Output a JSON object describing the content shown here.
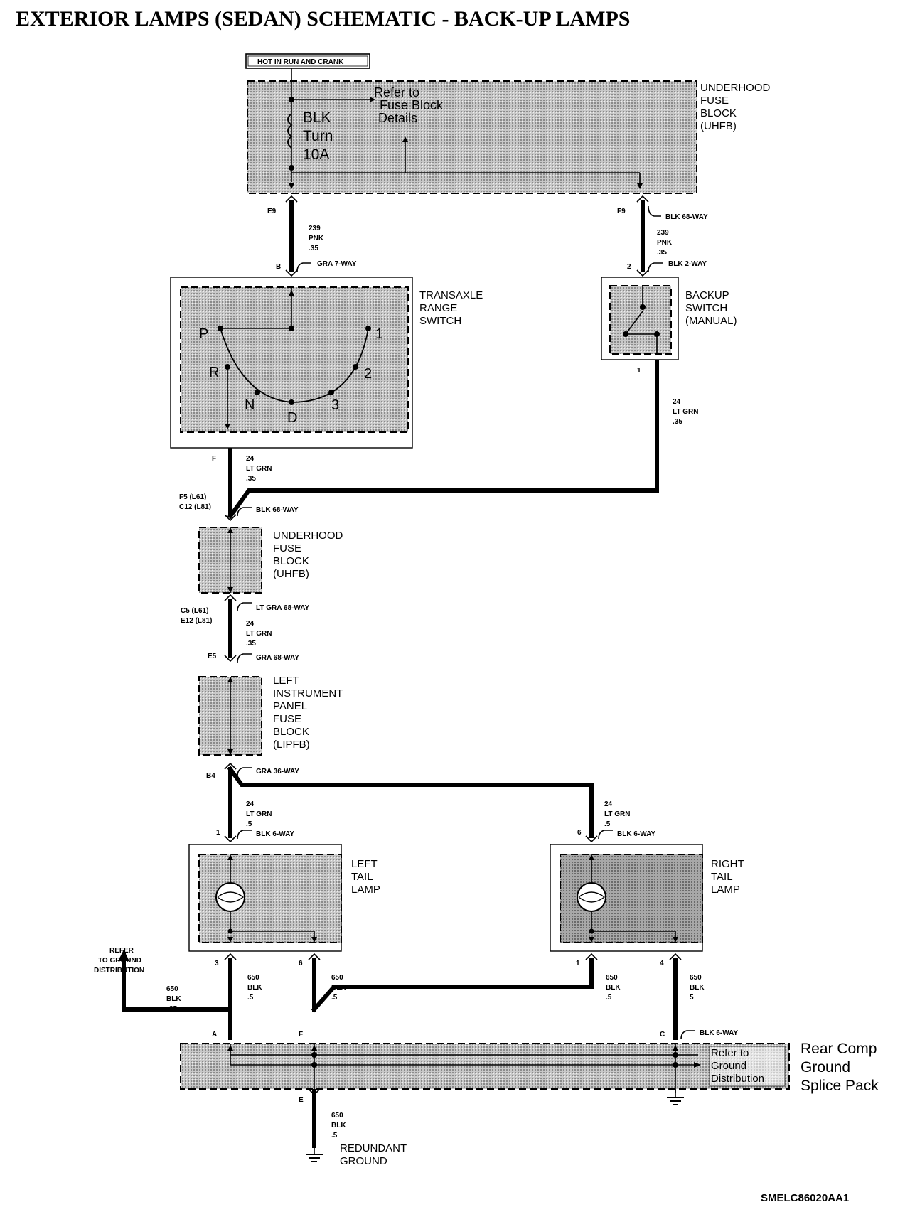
{
  "title": "EXTERIOR LAMPS (SEDAN) SCHEMATIC - BACK-UP LAMPS",
  "hot_label": "HOT IN RUN AND CRANK",
  "uhfb_top": {
    "line1": "UNDERHOOD",
    "line2": "FUSE",
    "line3": "BLOCK",
    "line4": "(UHFB)"
  },
  "fuse": {
    "line1": "BLK",
    "line2": "Turn",
    "line3": "10A"
  },
  "refer_fuse_block": {
    "line1": "Refer to",
    "line2": "Fuse Block",
    "line3": "Details"
  },
  "connectors": {
    "e9": "E9",
    "f9": "F9",
    "blk68_top": "BLK 68-WAY",
    "b": "B",
    "gra7": "GRA 7-WAY",
    "pin2": "2",
    "blk2": "BLK 2-WAY",
    "pin1": "1",
    "f": "F",
    "f5": "F5 (L61)",
    "c12": "C12 (L81)",
    "blk68_mid": "BLK 68-WAY",
    "c5": "C5 (L61)",
    "e12": "E12 (L81)",
    "ltgra68": "LT GRA 68-WAY",
    "e5": "E5",
    "gra68": "GRA 68-WAY",
    "b4": "B4",
    "gra36": "GRA 36-WAY",
    "l_pin1": "1",
    "l_blk6": "BLK 6-WAY",
    "r_pin6": "6",
    "r_blk6": "BLK 6-WAY",
    "l_pin3": "3",
    "l_pin6": "6",
    "r_pin1": "1",
    "r_pin4": "4",
    "a": "A",
    "f_low": "F",
    "c": "C",
    "blk6_low": "BLK 6-WAY",
    "e": "E"
  },
  "wires": {
    "w239a": {
      "gauge": "239",
      "color": "PNK",
      "size": ".35"
    },
    "w239b": {
      "gauge": "239",
      "color": "PNK",
      "size": ".35"
    },
    "w24a": {
      "gauge": "24",
      "color": "LT GRN",
      "size": ".35"
    },
    "w24b": {
      "gauge": "24",
      "color": "LT GRN",
      "size": ".35"
    },
    "w24c": {
      "gauge": "24",
      "color": "LT GRN",
      "size": ".35"
    },
    "w24d": {
      "gauge": "24",
      "color": "LT GRN",
      "size": ".5"
    },
    "w24e": {
      "gauge": "24",
      "color": "LT GRN",
      "size": ".5"
    },
    "w650a": {
      "gauge": "650",
      "color": "BLK",
      "size": "35"
    },
    "w650b": {
      "gauge": "650",
      "color": "BLK",
      "size": ".5"
    },
    "w650c": {
      "gauge": "650",
      "color": "BLK",
      "size": ".5"
    },
    "w650d": {
      "gauge": "650",
      "color": "BLK",
      "size": ".5"
    },
    "w650e": {
      "gauge": "650",
      "color": "BLK",
      "size": "5"
    },
    "w650f": {
      "gauge": "650",
      "color": "BLK",
      "size": ".5"
    }
  },
  "transaxle": {
    "line1": "TRANSAXLE",
    "line2": "RANGE",
    "line3": "SWITCH",
    "p": "P",
    "r": "R",
    "n": "N",
    "d": "D",
    "three": "3",
    "two": "2",
    "one": "1"
  },
  "backup": {
    "line1": "BACKUP",
    "line2": "SWITCH",
    "line3": "(MANUAL)"
  },
  "uhfb_mid": {
    "line1": "UNDERHOOD",
    "line2": "FUSE",
    "line3": "BLOCK",
    "line4": "(UHFB)"
  },
  "lipfb": {
    "line1": "LEFT",
    "line2": "INSTRUMENT",
    "line3": "PANEL",
    "line4": "FUSE",
    "line5": "BLOCK",
    "line6": "(LIPFB)"
  },
  "left_tail": {
    "line1": "LEFT",
    "line2": "TAIL",
    "line3": "LAMP"
  },
  "right_tail": {
    "line1": "RIGHT",
    "line2": "TAIL",
    "line3": "LAMP"
  },
  "refer_ground": {
    "line1": "REFER",
    "line2": "TO GROUND",
    "line3": "DISTRIBUTION"
  },
  "refer_ground_dist": {
    "line1": "Refer to",
    "line2": "Ground",
    "line3": "Distribution"
  },
  "splice_pack": {
    "line1": "Rear Comp",
    "line2": "Ground",
    "line3": "Splice Pack"
  },
  "redundant": {
    "line1": "REDUNDANT",
    "line2": "GROUND"
  },
  "figure_code": "SMELC86020AA1"
}
